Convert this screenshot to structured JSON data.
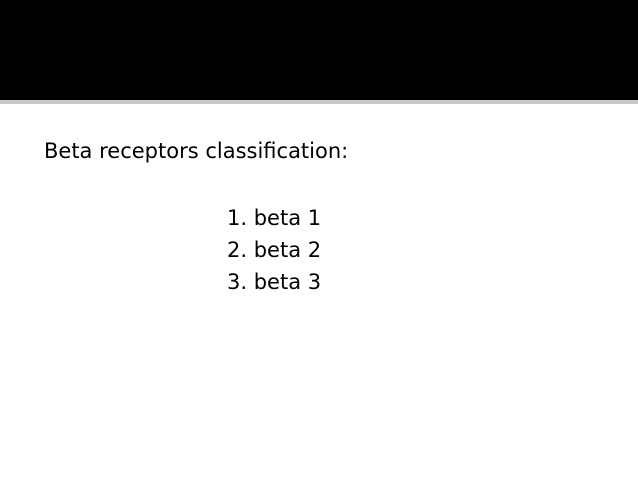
{
  "slide": {
    "heading": "Beta receptors classification:",
    "items": [
      "1. beta 1",
      "2. beta 2",
      "3. beta 3"
    ]
  },
  "colors": {
    "title_bar": "#000000",
    "rule": "#c8c8c8",
    "text": "#000000",
    "background": "#ffffff"
  }
}
